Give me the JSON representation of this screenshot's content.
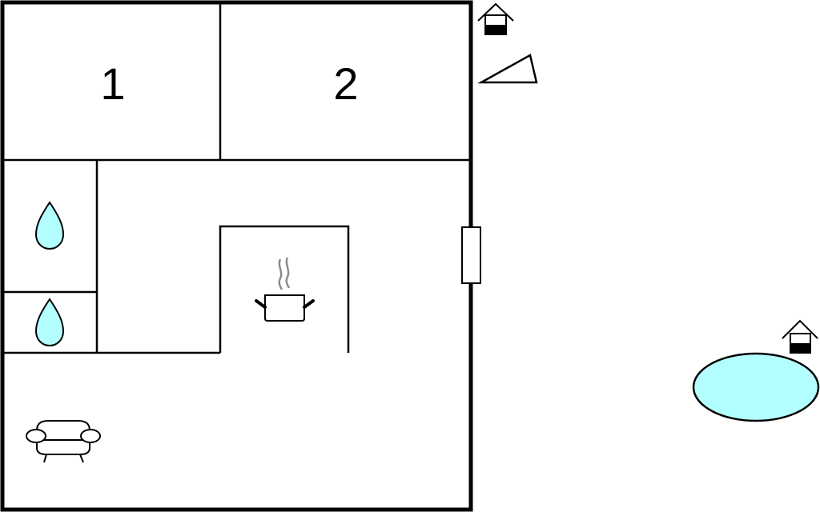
{
  "diagram": {
    "type": "floor-plan",
    "colors": {
      "wall": "#000000",
      "water": "#b3ffff",
      "steam": "#8c8c8c",
      "background": "#ffffff"
    },
    "rooms": [
      {
        "id": "bedroom-1",
        "label": "1"
      },
      {
        "id": "bedroom-2",
        "label": "2"
      },
      {
        "id": "bathroom-1",
        "icon": "water-drop-icon"
      },
      {
        "id": "bathroom-2",
        "icon": "water-drop-icon"
      },
      {
        "id": "kitchen",
        "icon": "cooking-pot-icon"
      },
      {
        "id": "living-room",
        "icon": "sofa-icon"
      }
    ],
    "exterior": [
      {
        "id": "outbuilding-top",
        "icon": "house-icon"
      },
      {
        "id": "terrace",
        "icon": "triangle-terrace-icon"
      },
      {
        "id": "outbuilding-pool",
        "icon": "house-icon"
      },
      {
        "id": "pool",
        "icon": "pool-icon"
      }
    ],
    "openings": [
      {
        "id": "window-east",
        "icon": "window-icon"
      }
    ]
  }
}
